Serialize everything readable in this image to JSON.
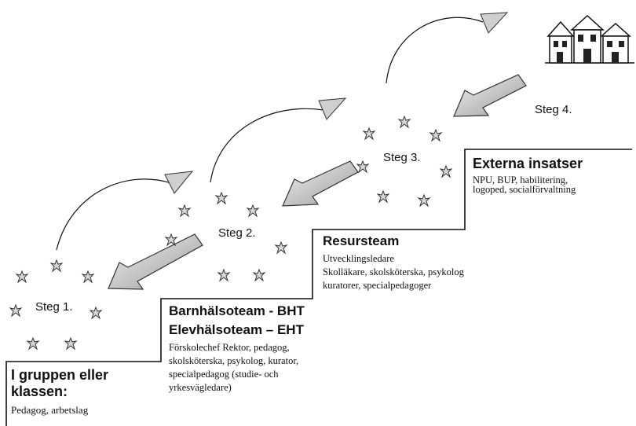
{
  "steps": [
    {
      "label": "Steg 1."
    },
    {
      "label": "Steg 2."
    },
    {
      "label": "Steg 3."
    },
    {
      "label": "Steg 4."
    }
  ],
  "levels": {
    "group": {
      "heading_line1": "I gruppen eller",
      "heading_line2": "klassen:",
      "body_line1": "Pedagog, arbetslag"
    },
    "bht": {
      "heading_line1": "Barnhälsoteam - BHT",
      "heading_line2": "Elevhälsoteam – EHT",
      "body_line1": "Förskolechef Rektor, pedagog,",
      "body_line2": "skolsköterska, psykolog, kurator,",
      "body_line3": "specialpedagog (studie- och",
      "body_line4": "yrkesvägledare)"
    },
    "resursteam": {
      "heading_line1": "Resursteam",
      "body_line1": "Utvecklingsledare",
      "body_line2": "Skolläkare, skolsköterska, psykolog",
      "body_line3": "kuratorer, specialpedagoger"
    },
    "externa": {
      "heading_line1": "Externa insatser",
      "body_line1": "NPU, BUP, habilitering,",
      "body_line2": "logoped, socialförvaltning"
    }
  },
  "icons": {
    "houses": "houses-icon",
    "arrow_up": "curved-arrow-icon",
    "arrow_back": "block-arrow-icon",
    "people": "person-icon"
  }
}
